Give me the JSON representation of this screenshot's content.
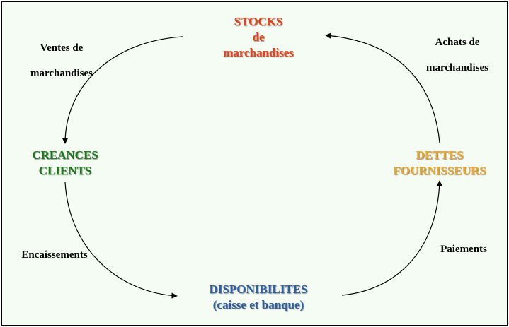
{
  "nodes": {
    "stocks": {
      "line1": "STOCKS",
      "line2": "de",
      "line3": "marchandises",
      "color": "#e8401a"
    },
    "creances": {
      "line1": "CREANCES",
      "line2": "CLIENTS",
      "color": "#1a7a1a"
    },
    "dettes": {
      "line1": "DETTES",
      "line2": "FOURNISSEURS",
      "color": "#f5a623"
    },
    "disponibilites": {
      "line1": "DISPONIBILITES",
      "line2": "(caisse et banque)",
      "color": "#2c5fa8"
    }
  },
  "edges": {
    "ventes": {
      "line1": "Ventes de",
      "line2": "marchandises"
    },
    "achats": {
      "line1": "Achats de",
      "line2": "marchandises"
    },
    "encaissements": {
      "label": "Encaissements"
    },
    "paiements": {
      "label": "Paiements"
    }
  }
}
